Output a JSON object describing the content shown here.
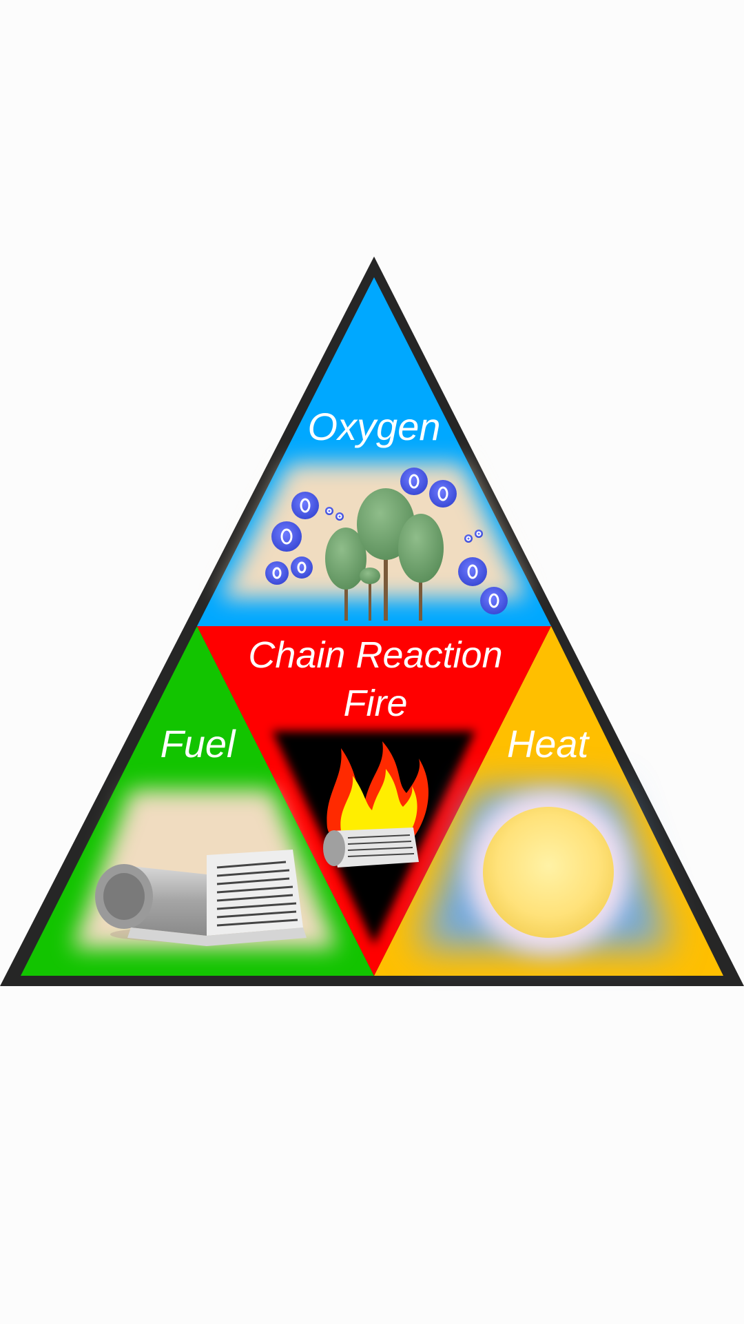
{
  "diagram": {
    "sections": {
      "oxygen": {
        "label": "Oxygen",
        "color": "#00a8ff"
      },
      "fuel": {
        "label": "Fuel",
        "color": "#12c400"
      },
      "heat": {
        "label": "Heat",
        "color": "#ffbf00"
      },
      "chain_reaction": {
        "label": "Chain Reaction",
        "color": "#ff0000"
      },
      "fire": {
        "label": "Fire",
        "color": "#000000"
      }
    },
    "border_color": "#262626",
    "panel_color": "#f0dcc0",
    "icons": {
      "oxygen": [
        "oxygen-molecule-icon",
        "tree-icon"
      ],
      "fuel": [
        "newspaper-roll-icon"
      ],
      "heat": [
        "sun-icon"
      ],
      "fire": [
        "flame-icon",
        "newspaper-roll-icon"
      ]
    }
  }
}
